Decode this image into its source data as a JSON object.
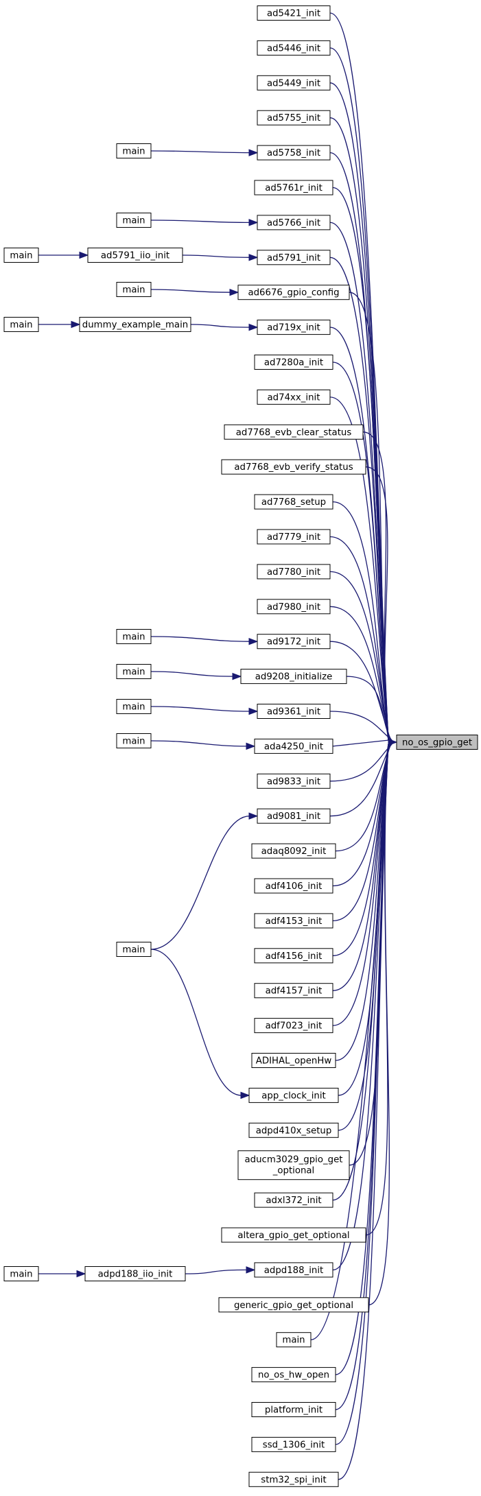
{
  "graph": {
    "title": "",
    "target": {
      "id": "target",
      "label": "no_os_gpio_get"
    },
    "callers": [
      {
        "id": "ad5421_init",
        "label": "ad5421_init"
      },
      {
        "id": "ad5446_init",
        "label": "ad5446_init"
      },
      {
        "id": "ad5449_init",
        "label": "ad5449_init"
      },
      {
        "id": "ad5755_init",
        "label": "ad5755_init"
      },
      {
        "id": "ad5758_init",
        "label": "ad5758_init"
      },
      {
        "id": "ad5761r_init",
        "label": "ad5761r_init"
      },
      {
        "id": "ad5766_init",
        "label": "ad5766_init"
      },
      {
        "id": "ad5791_init",
        "label": "ad5791_init"
      },
      {
        "id": "ad6676_gpio_config",
        "label": "ad6676_gpio_config"
      },
      {
        "id": "ad719x_init",
        "label": "ad719x_init"
      },
      {
        "id": "ad7280a_init",
        "label": "ad7280a_init"
      },
      {
        "id": "ad74xx_init",
        "label": "ad74xx_init"
      },
      {
        "id": "ad7768_evb_clear_status",
        "label": "ad7768_evb_clear_status"
      },
      {
        "id": "ad7768_evb_verify_status",
        "label": "ad7768_evb_verify_status"
      },
      {
        "id": "ad7768_setup",
        "label": "ad7768_setup"
      },
      {
        "id": "ad7779_init",
        "label": "ad7779_init"
      },
      {
        "id": "ad7780_init",
        "label": "ad7780_init"
      },
      {
        "id": "ad7980_init",
        "label": "ad7980_init"
      },
      {
        "id": "ad9172_init",
        "label": "ad9172_init"
      },
      {
        "id": "ad9208_initialize",
        "label": "ad9208_initialize"
      },
      {
        "id": "ad9361_init",
        "label": "ad9361_init"
      },
      {
        "id": "ada4250_init",
        "label": "ada4250_init"
      },
      {
        "id": "ad9833_init",
        "label": "ad9833_init"
      },
      {
        "id": "ad9081_init",
        "label": "ad9081_init"
      },
      {
        "id": "adaq8092_init",
        "label": "adaq8092_init"
      },
      {
        "id": "adf4106_init",
        "label": "adf4106_init"
      },
      {
        "id": "adf4153_init",
        "label": "adf4153_init"
      },
      {
        "id": "adf4156_init",
        "label": "adf4156_init"
      },
      {
        "id": "adf4157_init",
        "label": "adf4157_init"
      },
      {
        "id": "adf7023_init",
        "label": "adf7023_init"
      },
      {
        "id": "ADIHAL_openHw",
        "label": "ADIHAL_openHw"
      },
      {
        "id": "app_clock_init",
        "label": "app_clock_init"
      },
      {
        "id": "adpd410x_setup",
        "label": "adpd410x_setup"
      },
      {
        "id": "aducm3029_gpio_get_optional",
        "label": "aducm3029_gpio_get",
        "label2": "_optional"
      },
      {
        "id": "adxl372_init",
        "label": "adxl372_init"
      },
      {
        "id": "altera_gpio_get_optional",
        "label": "altera_gpio_get_optional"
      },
      {
        "id": "adpd188_init",
        "label": "adpd188_init"
      },
      {
        "id": "generic_gpio_get_optional",
        "label": "generic_gpio_get_optional"
      },
      {
        "id": "main_direct",
        "label": "main"
      },
      {
        "id": "no_os_hw_open",
        "label": "no_os_hw_open"
      },
      {
        "id": "platform_init",
        "label": "platform_init"
      },
      {
        "id": "ssd_1306_init",
        "label": "ssd_1306_init"
      },
      {
        "id": "stm32_spi_init",
        "label": "stm32_spi_init"
      }
    ],
    "upstream": [
      {
        "id": "m_ad5758",
        "label": "main"
      },
      {
        "id": "m_ad5766",
        "label": "main"
      },
      {
        "id": "ad5791_iio_init",
        "label": "ad5791_iio_init"
      },
      {
        "id": "m_ad5791_iio",
        "label": "main"
      },
      {
        "id": "m_ad6676",
        "label": "main"
      },
      {
        "id": "dummy_example_main",
        "label": "dummy_example_main"
      },
      {
        "id": "m_dummy",
        "label": "main"
      },
      {
        "id": "m_ad9172",
        "label": "main"
      },
      {
        "id": "m_ad9208",
        "label": "main"
      },
      {
        "id": "m_ad9361",
        "label": "main"
      },
      {
        "id": "m_ada4250",
        "label": "main"
      },
      {
        "id": "m_ad9081",
        "label": "main"
      },
      {
        "id": "adpd188_iio_init",
        "label": "adpd188_iio_init"
      },
      {
        "id": "m_adpd188_iio",
        "label": "main"
      }
    ],
    "edges": [
      [
        "m_ad5758",
        "ad5758_init"
      ],
      [
        "m_ad5766",
        "ad5766_init"
      ],
      [
        "m_ad5791_iio",
        "ad5791_iio_init"
      ],
      [
        "ad5791_iio_init",
        "ad5791_init"
      ],
      [
        "m_ad6676",
        "ad6676_gpio_config"
      ],
      [
        "m_dummy",
        "dummy_example_main"
      ],
      [
        "dummy_example_main",
        "ad719x_init"
      ],
      [
        "m_ad9172",
        "ad9172_init"
      ],
      [
        "m_ad9208",
        "ad9208_initialize"
      ],
      [
        "m_ad9361",
        "ad9361_init"
      ],
      [
        "m_ada4250",
        "ada4250_init"
      ],
      [
        "m_ad9081",
        "ad9081_init"
      ],
      [
        "m_ad9081",
        "app_clock_init"
      ],
      [
        "m_adpd188_iio",
        "adpd188_iio_init"
      ],
      [
        "adpd188_iio_init",
        "adpd188_init"
      ]
    ]
  }
}
